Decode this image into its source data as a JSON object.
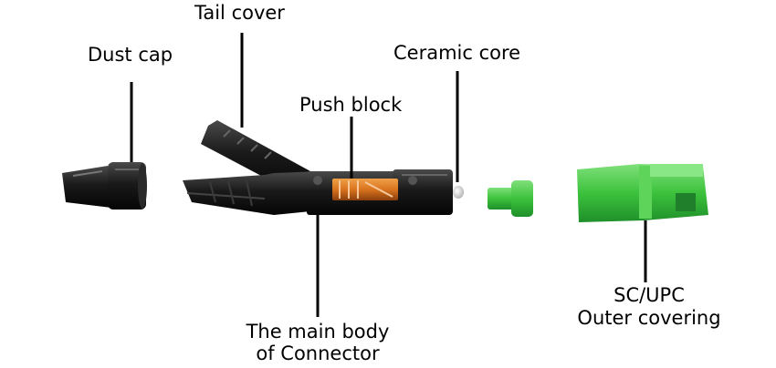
{
  "labels": {
    "tail_cover": "Tail cover",
    "dust_cap": "Dust cap",
    "ceramic_core": "Ceramic core",
    "push_block": "Push block",
    "main_body_line1": "The main body",
    "main_body_line2": "of Connector",
    "outer_line1": "SC/UPC",
    "outer_line2": "Outer covering"
  },
  "colors": {
    "connector_black": "#1b1b1b",
    "push_block_orange": "#d9741f",
    "sc_green": "#3cc23c",
    "ceramic": "#d9d9d9",
    "leader_line": "#000000"
  }
}
